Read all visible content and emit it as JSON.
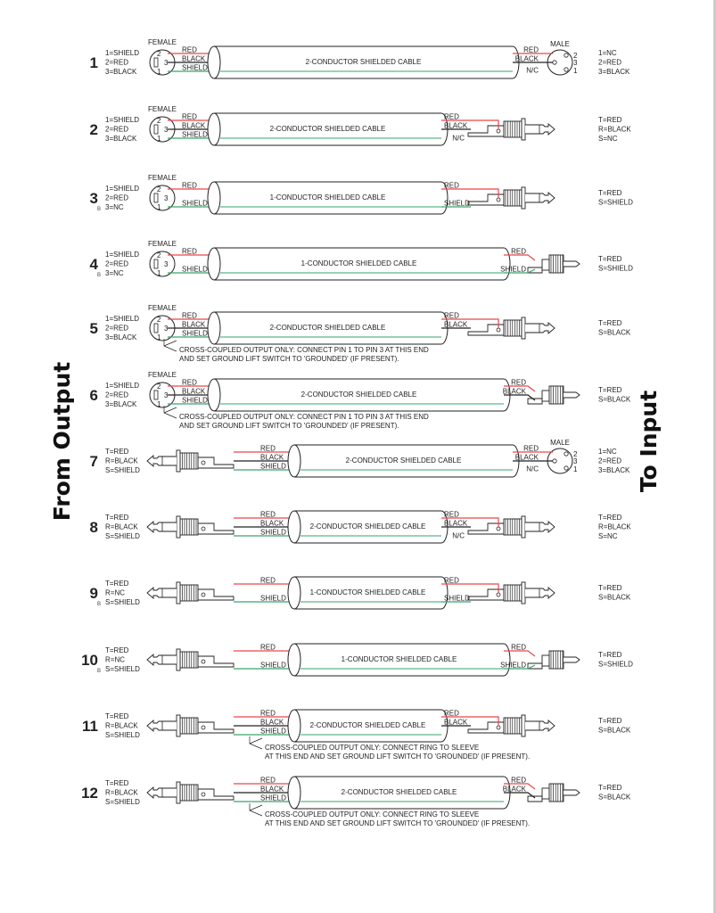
{
  "side_titles": {
    "left": "From Output",
    "right": "To Input"
  },
  "colors": {
    "red": "#e8474b",
    "black": "#222222",
    "shield": "#3aa36b"
  },
  "rows": [
    {
      "num": "1",
      "sub": "",
      "left_pins": [
        "1=SHIELD",
        "2=RED",
        "3=BLACK"
      ],
      "left_type": "xlr-female",
      "left_tag": "FEMALE",
      "left_wires": [
        "RED",
        "BLACK",
        "SHIELD"
      ],
      "cable": "2-CONDUCTOR SHIELDED CABLE",
      "right_type": "xlr-male",
      "right_tag": "MALE",
      "right_wires": [
        "RED",
        "BLACK",
        "N/C"
      ],
      "right_pins": [
        "1=NC",
        "2=RED",
        "3=BLACK"
      ],
      "note": []
    },
    {
      "num": "2",
      "sub": "",
      "left_pins": [
        "1=SHIELD",
        "2=RED",
        "3=BLACK"
      ],
      "left_type": "xlr-female",
      "left_tag": "FEMALE",
      "left_wires": [
        "RED",
        "BLACK",
        "SHIELD"
      ],
      "cable": "2-CONDUCTOR SHIELDED CABLE",
      "right_type": "trs",
      "right_tag": "",
      "right_wires": [
        "RED",
        "BLACK",
        "N/C"
      ],
      "right_pins": [
        "T=RED",
        "R=BLACK",
        "S=NC"
      ],
      "note": []
    },
    {
      "num": "3",
      "sub": "B",
      "left_pins": [
        "1=SHIELD",
        "2=RED",
        "3=NC"
      ],
      "left_type": "xlr-female",
      "left_tag": "FEMALE",
      "left_wires": [
        "RED",
        "SHIELD"
      ],
      "cable": "1-CONDUCTOR SHIELDED CABLE",
      "right_type": "ts",
      "right_tag": "",
      "right_wires": [
        "RED",
        "SHIELD"
      ],
      "right_pins": [
        "T=RED",
        "S=SHIELD"
      ],
      "note": []
    },
    {
      "num": "4",
      "sub": "B",
      "left_pins": [
        "1=SHIELD",
        "2=RED",
        "3=NC"
      ],
      "left_type": "xlr-female",
      "left_tag": "FEMALE",
      "left_wires": [
        "RED",
        "SHIELD"
      ],
      "cable": "1-CONDUCTOR SHIELDED CABLE",
      "right_type": "rca",
      "right_tag": "",
      "right_wires": [
        "RED",
        "SHIELD"
      ],
      "right_pins": [
        "T=RED",
        "S=SHIELD"
      ],
      "note": []
    },
    {
      "num": "5",
      "sub": "",
      "left_pins": [
        "1=SHIELD",
        "2=RED",
        "3=BLACK"
      ],
      "left_type": "xlr-female",
      "left_tag": "FEMALE",
      "left_wires": [
        "RED",
        "BLACK",
        "SHIELD"
      ],
      "cable": "2-CONDUCTOR SHIELDED CABLE",
      "right_type": "ts",
      "right_tag": "",
      "right_wires": [
        "RED",
        "BLACK"
      ],
      "right_pins": [
        "T=RED",
        "S=BLACK"
      ],
      "note": [
        "CROSS-COUPLED OUTPUT ONLY: CONNECT PIN 1 TO PIN 3 AT THIS END",
        "AND SET GROUND LIFT SWITCH TO 'GROUNDED' (IF PRESENT)."
      ]
    },
    {
      "num": "6",
      "sub": "",
      "left_pins": [
        "1=SHIELD",
        "2=RED",
        "3=BLACK"
      ],
      "left_type": "xlr-female",
      "left_tag": "FEMALE",
      "left_wires": [
        "RED",
        "BLACK",
        "SHIELD"
      ],
      "cable": "2-CONDUCTOR SHIELDED CABLE",
      "right_type": "rca",
      "right_tag": "",
      "right_wires": [
        "RED",
        "BLACK"
      ],
      "right_pins": [
        "T=RED",
        "S=BLACK"
      ],
      "note": [
        "CROSS-COUPLED OUTPUT ONLY: CONNECT PIN 1 TO PIN 3 AT THIS END",
        "AND SET GROUND LIFT SWITCH TO 'GROUNDED' (IF PRESENT)."
      ]
    },
    {
      "num": "7",
      "sub": "",
      "left_pins": [
        "T=RED",
        "R=BLACK",
        "S=SHIELD"
      ],
      "left_type": "trs",
      "left_tag": "",
      "left_wires": [
        "RED",
        "BLACK",
        "SHIELD"
      ],
      "cable": "2-CONDUCTOR SHIELDED CABLE",
      "right_type": "xlr-male",
      "right_tag": "MALE",
      "right_wires": [
        "RED",
        "BLACK",
        "N/C"
      ],
      "right_pins": [
        "1=NC",
        "2=RED",
        "3=BLACK"
      ],
      "note": []
    },
    {
      "num": "8",
      "sub": "",
      "left_pins": [
        "T=RED",
        "R=BLACK",
        "S=SHIELD"
      ],
      "left_type": "trs",
      "left_tag": "",
      "left_wires": [
        "RED",
        "BLACK",
        "SHIELD"
      ],
      "cable": "2-CONDUCTOR SHIELDED CABLE",
      "right_type": "trs",
      "right_tag": "",
      "right_wires": [
        "RED",
        "BLACK",
        "N/C"
      ],
      "right_pins": [
        "T=RED",
        "R=BLACK",
        "S=NC"
      ],
      "note": []
    },
    {
      "num": "9",
      "sub": "B",
      "left_pins": [
        "T=RED",
        "R=NC",
        "S=SHIELD"
      ],
      "left_type": "trs",
      "left_tag": "",
      "left_wires": [
        "RED",
        "SHIELD"
      ],
      "cable": "1-CONDUCTOR SHIELDED CABLE",
      "right_type": "ts",
      "right_tag": "",
      "right_wires": [
        "RED",
        "SHIELD"
      ],
      "right_pins": [
        "T=RED",
        "S=BLACK"
      ],
      "note": []
    },
    {
      "num": "10",
      "sub": "B",
      "left_pins": [
        "T=RED",
        "R=NC",
        "S=SHIELD"
      ],
      "left_type": "trs",
      "left_tag": "",
      "left_wires": [
        "RED",
        "SHIELD"
      ],
      "cable": "1-CONDUCTOR SHIELDED CABLE",
      "right_type": "rca",
      "right_tag": "",
      "right_wires": [
        "RED",
        "SHIELD"
      ],
      "right_pins": [
        "T=RED",
        "S=SHIELD"
      ],
      "note": []
    },
    {
      "num": "11",
      "sub": "",
      "left_pins": [
        "T=RED",
        "R=BLACK",
        "S=SHIELD"
      ],
      "left_type": "trs",
      "left_tag": "",
      "left_wires": [
        "RED",
        "BLACK",
        "SHIELD"
      ],
      "cable": "2-CONDUCTOR SHIELDED CABLE",
      "right_type": "ts",
      "right_tag": "",
      "right_wires": [
        "RED",
        "BLACK"
      ],
      "right_pins": [
        "T=RED",
        "S=BLACK"
      ],
      "note": [
        "CROSS-COUPLED OUTPUT ONLY: CONNECT RING TO SLEEVE",
        "AT THIS END AND SET GROUND LIFT SWITCH TO 'GROUNDED' (IF PRESENT)."
      ]
    },
    {
      "num": "12",
      "sub": "",
      "left_pins": [
        "T=RED",
        "R=BLACK",
        "S=SHIELD"
      ],
      "left_type": "trs",
      "left_tag": "",
      "left_wires": [
        "RED",
        "BLACK",
        "SHIELD"
      ],
      "cable": "2-CONDUCTOR SHIELDED CABLE",
      "right_type": "rca",
      "right_tag": "",
      "right_wires": [
        "RED",
        "BLACK"
      ],
      "right_pins": [
        "T=RED",
        "S=BLACK"
      ],
      "note": [
        "CROSS-COUPLED OUTPUT ONLY: CONNECT RING TO SLEEVE",
        "AT THIS END AND SET GROUND LIFT SWITCH TO 'GROUNDED' (IF PRESENT)."
      ]
    }
  ]
}
